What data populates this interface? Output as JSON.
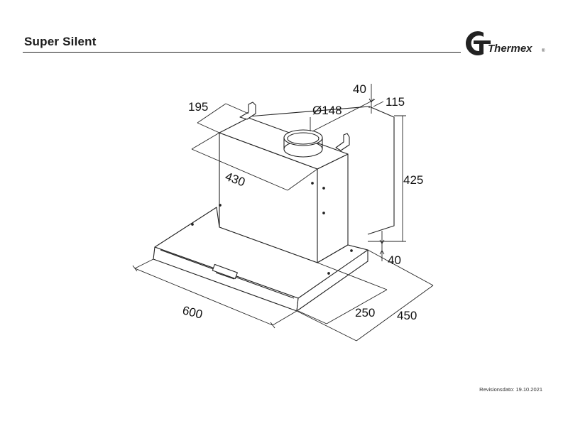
{
  "header": {
    "title": "Super Silent"
  },
  "logo": {
    "brand": "Thermex",
    "mark": "®",
    "accent": "#222222"
  },
  "dimensions": {
    "width": "600",
    "depth_canopy": "450",
    "depth_chimney": "250",
    "chimney_width": "430",
    "bracket_width": "195",
    "total_height": "425",
    "canopy_height": "40",
    "collar_height": "40",
    "collar_offset": "115",
    "duct_diameter": "Ø148"
  },
  "footer": {
    "revision": "Revisionsdato: 19.10.2021"
  }
}
